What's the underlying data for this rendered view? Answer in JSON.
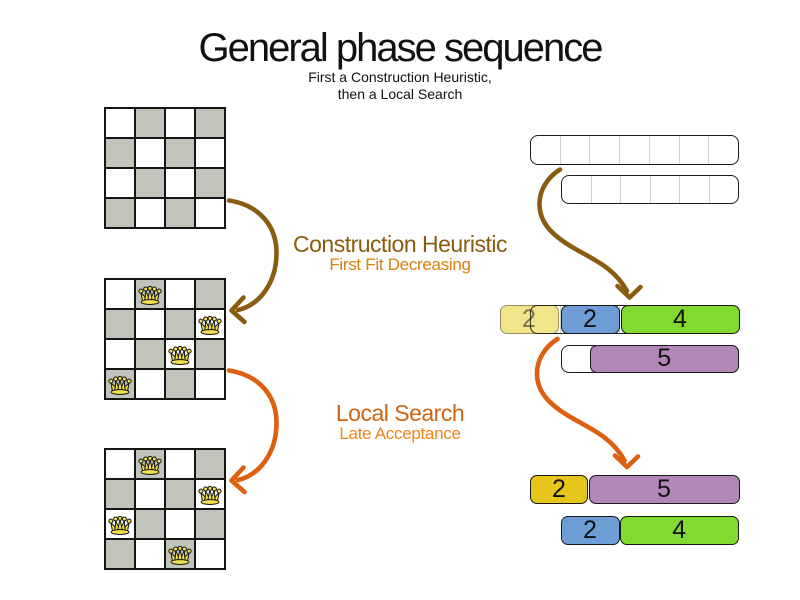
{
  "title": "General phase sequence",
  "subtitle_line1": "First a Construction Heuristic,",
  "subtitle_line2": "then a Local Search",
  "phases": {
    "construction": {
      "name": "Construction Heuristic",
      "algorithm": "First Fit Decreasing",
      "name_color": "#8a5c10",
      "algorithm_color": "#d4820e",
      "arrow_color": "#8a5c10"
    },
    "local_search": {
      "name": "Local Search",
      "algorithm": "Late Acceptance",
      "name_color": "#cd6514",
      "algorithm_color": "#ee8617",
      "arrow_color": "#dd5f10"
    }
  },
  "nqueens": {
    "board_size": 4,
    "light_color": "#ffffff",
    "dark_color": "#c0c4ba",
    "grid_color": "#141414",
    "queen_fill": "#f2df4e",
    "queen_outline": "#141414",
    "boards": [
      {
        "id": "initial",
        "queens": []
      },
      {
        "id": "after-construction",
        "queens": [
          [
            0,
            1
          ],
          [
            1,
            3
          ],
          [
            2,
            2
          ],
          [
            3,
            0
          ]
        ]
      },
      {
        "id": "after-local-search",
        "queens": [
          [
            0,
            1
          ],
          [
            1,
            3
          ],
          [
            2,
            0
          ],
          [
            3,
            2
          ]
        ]
      }
    ]
  },
  "binpacking": {
    "colors": {
      "yellow": "#e6c61a",
      "pale_yellow": "#f1e58c",
      "blue": "#6f9ed7",
      "green": "#82da30",
      "purple": "#b286b6",
      "ghost_fill": "rgba(235,218,91,0.7)",
      "ghost_border": "rgba(60,60,50,0.5)",
      "ghost_text": "rgba(40,40,40,0.58)",
      "ghost_overlay_border": "rgba(28,28,20,0.78)"
    },
    "empty_rows": [
      {
        "id": "empty-row-1",
        "cells": 7
      },
      {
        "id": "empty-row-2",
        "cells": 6
      }
    ],
    "after_construction": {
      "row1_container_cells": 7,
      "row1_ghost_item": {
        "label": "2",
        "size": 2
      },
      "row1_items": [
        {
          "label": "2",
          "size": 2,
          "color": "blue"
        },
        {
          "label": "4",
          "size": 4,
          "color": "green"
        }
      ],
      "row2_container_cells": 6,
      "row2_items": [
        {
          "label": "5",
          "size": 5,
          "color": "purple"
        }
      ]
    },
    "after_local_search": {
      "row1_items": [
        {
          "label": "2",
          "size": 2,
          "color": "yellow"
        },
        {
          "label": "5",
          "size": 5,
          "color": "purple"
        }
      ],
      "row2_items": [
        {
          "label": "2",
          "size": 2,
          "color": "blue"
        },
        {
          "label": "4",
          "size": 4,
          "color": "green"
        }
      ]
    }
  }
}
